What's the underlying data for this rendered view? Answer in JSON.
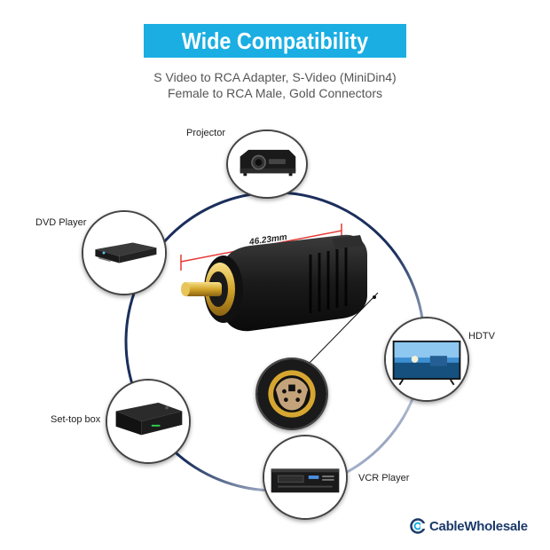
{
  "banner": {
    "title": "Wide Compatibility"
  },
  "subtitle": {
    "line1": "S Video to RCA Adapter, S-Video (MiniDin4)",
    "line2": "Female to RCA Male, Gold Connectors"
  },
  "dimension": {
    "label": "46.23mm"
  },
  "devices": [
    {
      "label": "Projector",
      "icon": "projector-icon"
    },
    {
      "label": "DVD Player",
      "icon": "dvd-player-icon"
    },
    {
      "label": "HDTV",
      "icon": "hdtv-icon"
    },
    {
      "label": "Set-top box",
      "icon": "set-top-box-icon"
    },
    {
      "label": "VCR Player",
      "icon": "vcr-player-icon"
    }
  ],
  "brand": {
    "name": "CableWholesale"
  },
  "colors": {
    "banner": "#1aaee3",
    "ring": "#1b2f5c",
    "dimension_line": "#e53935",
    "brand_text": "#1b3a6b"
  }
}
